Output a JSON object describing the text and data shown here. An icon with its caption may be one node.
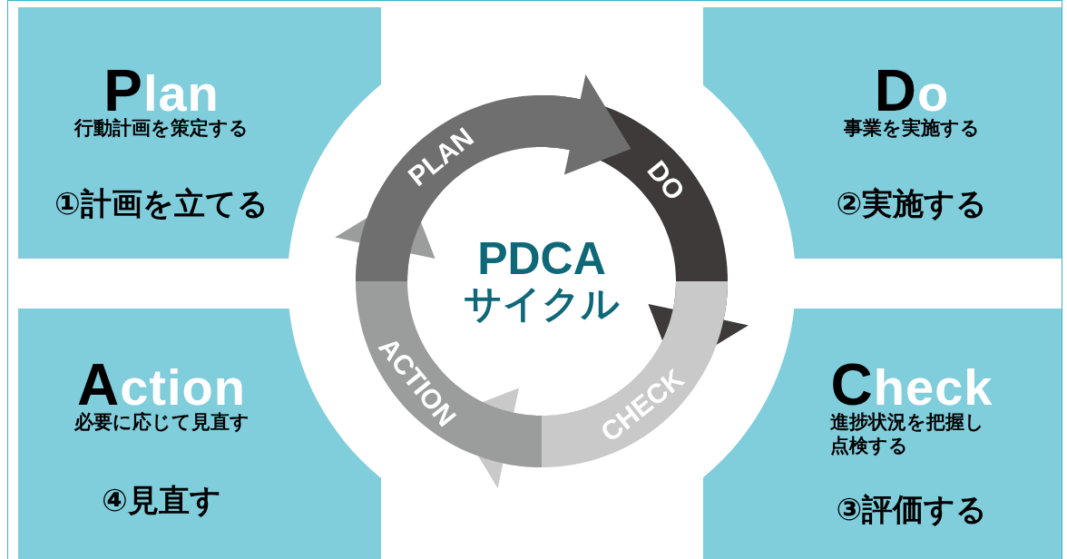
{
  "diagram": {
    "nodes": [
      {
        "text": [
          "Plan",
          "行動計画を策定する",
          "①計画を立てる"
        ]
      },
      {
        "text": [
          "Do",
          "事業を実施する",
          "②実施する"
        ]
      },
      {
        "text": [
          "Action",
          "必要に応じて見直す",
          "④見直す"
        ]
      },
      {
        "text": [
          "Check",
          "進捗状況を把握し点検する",
          "③評価する"
        ]
      },
      {
        "text": [
          "PDCA",
          "サイクル"
        ]
      }
    ],
    "edges": [
      {
        "from": 0,
        "to": 1,
        "arrow": "to",
        "label": "PLAN",
        "color": "#6f6f6f"
      },
      {
        "from": 1,
        "to": 3,
        "arrow": "to",
        "label": "DO",
        "color": "#3e3a3a"
      },
      {
        "from": 3,
        "to": 2,
        "arrow": "to",
        "label": "CHECK",
        "color": "#c9c9c9"
      },
      {
        "from": 2,
        "to": 0,
        "arrow": "to",
        "label": "ACTION",
        "color": "#9b9c9c"
      }
    ]
  }
}
